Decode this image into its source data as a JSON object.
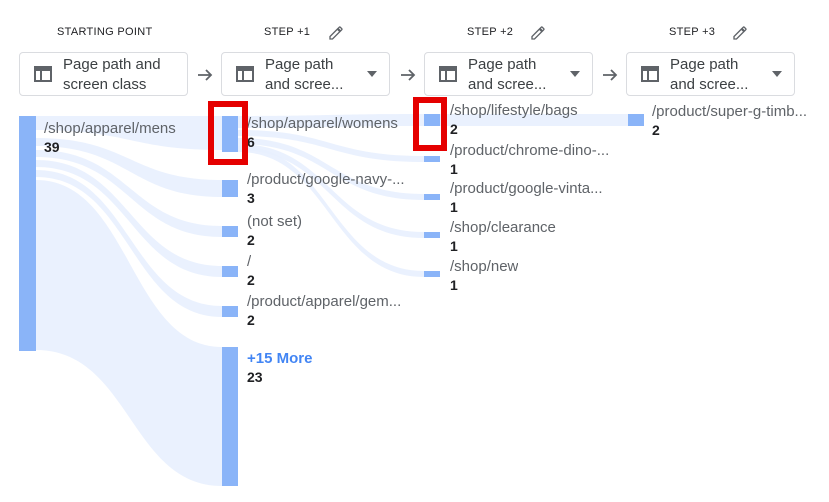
{
  "columns": [
    {
      "step_label": "STARTING POINT",
      "dimension": [
        "Page path and",
        "screen class"
      ],
      "has_dropdown": false,
      "has_edit": false
    },
    {
      "step_label": "STEP +1",
      "dimension": [
        "Page path",
        "and scree..."
      ],
      "has_dropdown": true,
      "has_edit": true
    },
    {
      "step_label": "STEP +2",
      "dimension": [
        "Page path",
        "and scree..."
      ],
      "has_dropdown": true,
      "has_edit": true
    },
    {
      "step_label": "STEP +3",
      "dimension": [
        "Page path",
        "and scree..."
      ],
      "has_dropdown": true,
      "has_edit": true
    }
  ],
  "starting_node": {
    "label": "/shop/apparel/mens",
    "count": "39"
  },
  "step1_nodes": [
    {
      "label": "/shop/apparel/womens",
      "count": "6"
    },
    {
      "label": "/product/google-navy-...",
      "count": "3"
    },
    {
      "label": "(not set)",
      "count": "2"
    },
    {
      "label": "/",
      "count": "2"
    },
    {
      "label": "/product/apparel/gem...",
      "count": "2"
    }
  ],
  "step1_more": {
    "label": "+15 More",
    "count": "23"
  },
  "step2_nodes": [
    {
      "label": "/shop/lifestyle/bags",
      "count": "2"
    },
    {
      "label": "/product/chrome-dino-...",
      "count": "1"
    },
    {
      "label": "/product/google-vinta...",
      "count": "1"
    },
    {
      "label": "/shop/clearance",
      "count": "1"
    },
    {
      "label": "/shop/new",
      "count": "1"
    }
  ],
  "step3_nodes": [
    {
      "label": "/product/super-g-timb...",
      "count": "2"
    }
  ],
  "colors": {
    "bar": "#8ab4f8",
    "flow": "#e8f0fe",
    "highlight": "#e50000",
    "more_link": "#4285f4"
  }
}
